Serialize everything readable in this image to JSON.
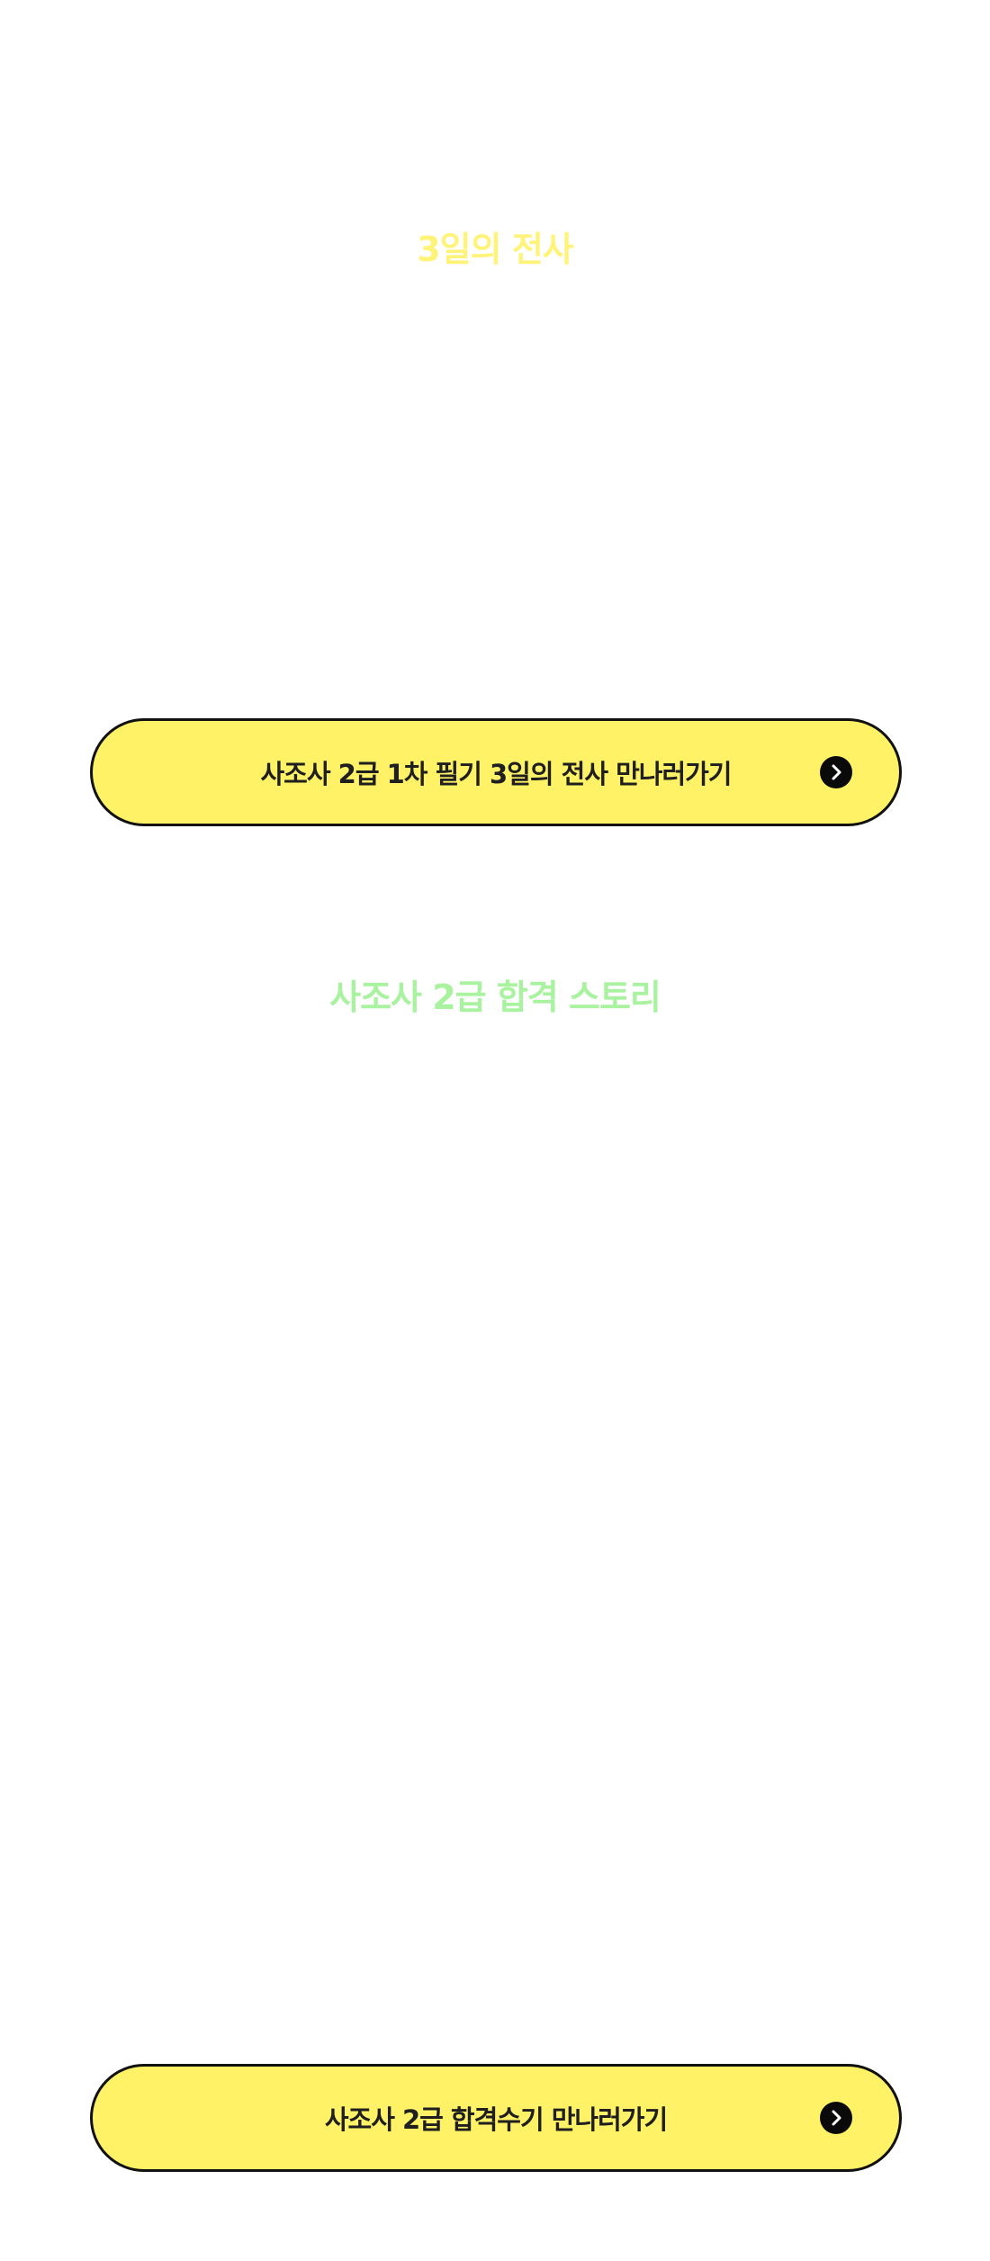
{
  "sections": [
    {
      "title": "3일의 전사",
      "cta_label": "사조사 2급 1차 필기 3일의 전사 만나러가기"
    },
    {
      "title": "사조사 2급 합격 스토리",
      "cta_label": "사조사 2급 합격수기 만나러가기"
    }
  ],
  "colors": {
    "title_1": "#fff37a",
    "title_2": "#a8f2a0",
    "button_bg": "#fff266",
    "button_border": "#111111",
    "icon_bg": "#0a0a0a",
    "icon_fg": "#ffffff"
  },
  "icons": {
    "cta": "chevron-right-circle-icon"
  }
}
